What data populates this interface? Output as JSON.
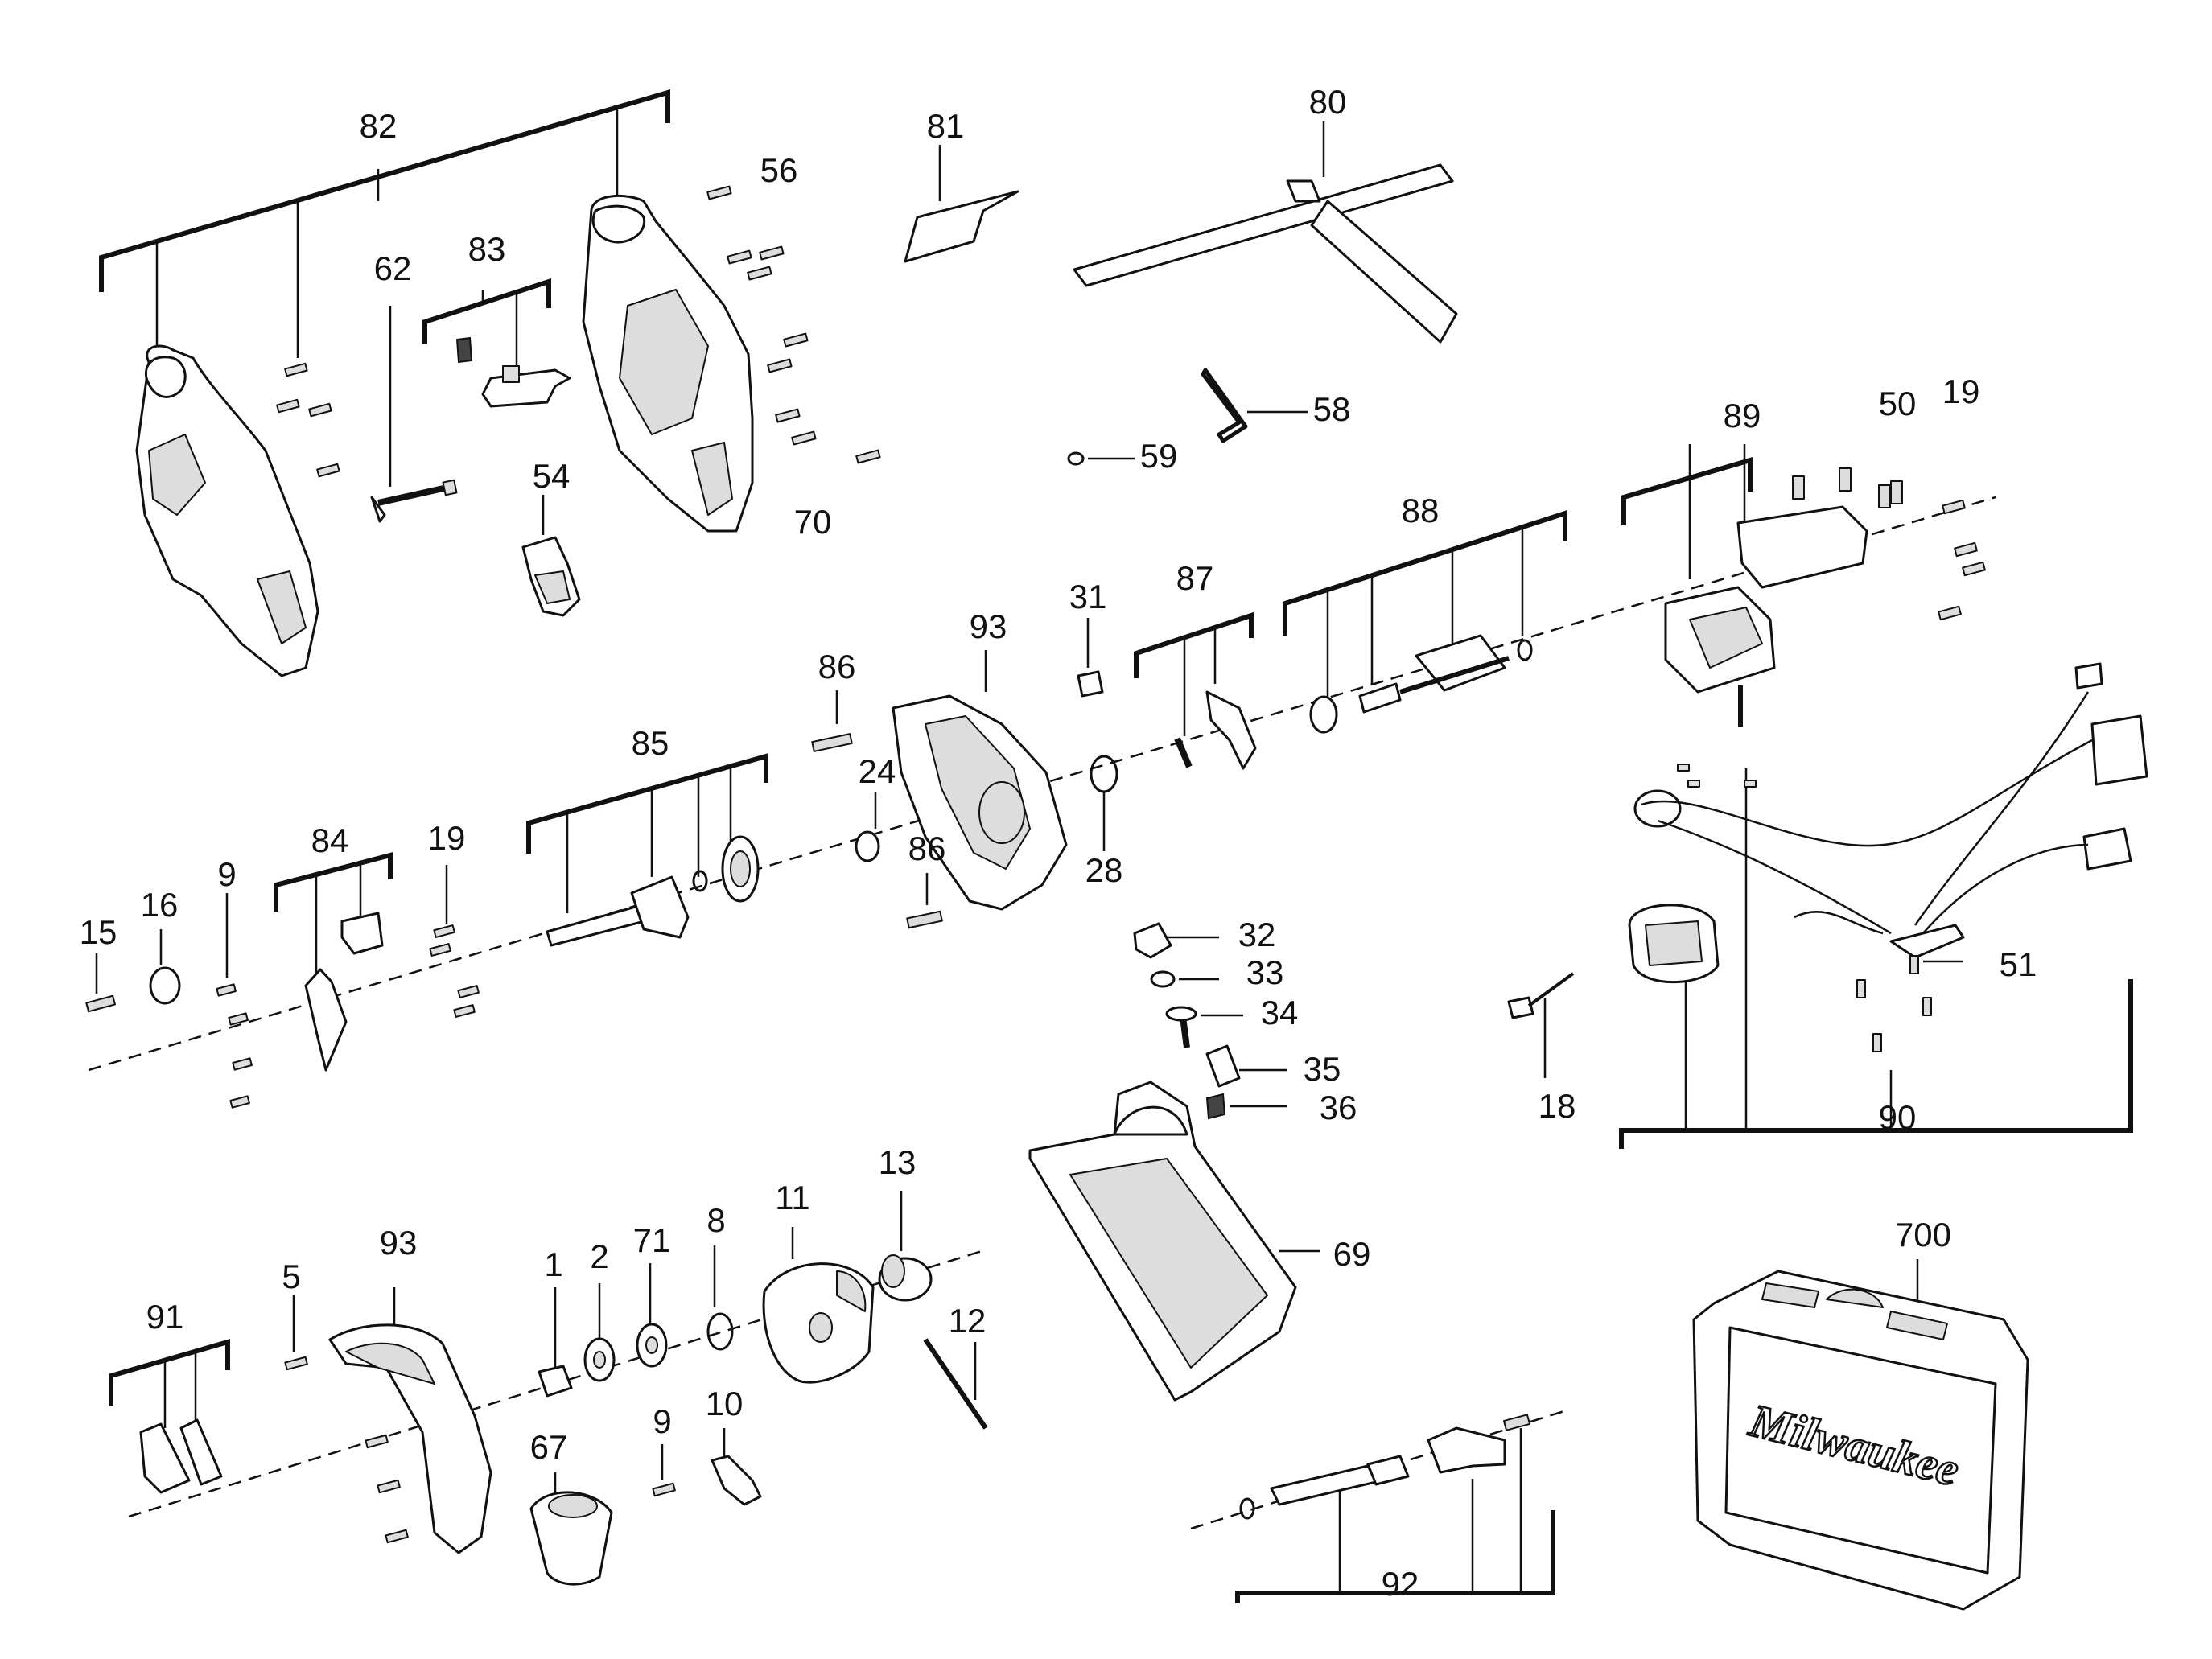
{
  "diagram": {
    "brand_label": "Milwaukee",
    "callouts": {
      "c82": "82",
      "c62": "62",
      "c83": "83",
      "c56": "56",
      "c81": "81",
      "c80": "80",
      "c54": "54",
      "c70": "70",
      "c58": "58",
      "c59": "59",
      "c89": "89",
      "c50": "50",
      "c19a": "19",
      "c88": "88",
      "c87": "87",
      "c31": "31",
      "c93a": "93",
      "c86a": "86",
      "c85": "85",
      "c24": "24",
      "c28": "28",
      "c86b": "86",
      "c84": "84",
      "c19b": "19",
      "c15": "15",
      "c16": "16",
      "c9a": "9",
      "c32": "32",
      "c33": "33",
      "c34": "34",
      "c35": "35",
      "c36": "36",
      "c51": "51",
      "c18": "18",
      "c90": "90",
      "c69": "69",
      "c13": "13",
      "c11": "11",
      "c8": "8",
      "c71": "71",
      "c2": "2",
      "c1": "1",
      "c93b": "93",
      "c5": "5",
      "c91": "91",
      "c12": "12",
      "c10": "10",
      "c9b": "9",
      "c67": "67",
      "c700": "700",
      "c92": "92"
    }
  }
}
